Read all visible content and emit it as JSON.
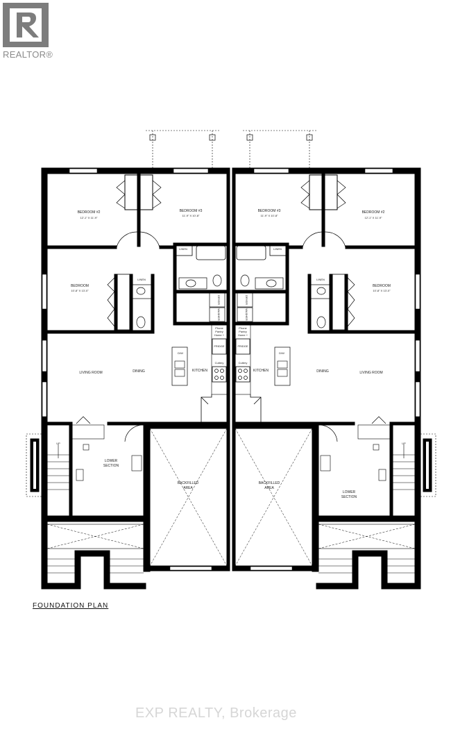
{
  "logo": {
    "text": "REALTOR®",
    "color": "#7d7d7d"
  },
  "plan": {
    "title": "FOUNDATION PLAN",
    "rooms": {
      "bedroom2": {
        "name": "BEDROOM #2",
        "size": "12'-1\" X 11'-9\""
      },
      "bedroom3": {
        "name": "BEDROOM #3",
        "size": "11'-9\" X 10'-8\""
      },
      "bedroom": {
        "name": "BEDROOM",
        "size": "10'-8\" X 13'-0\""
      },
      "linen": "LINEN",
      "living": "LIVING ROOM",
      "dining": "DINING",
      "kitchen": "KITCHEN",
      "fridge": "FRIDGE",
      "dw": "D/W",
      "cutlery": "Cutlery",
      "pantry": [
        "Phone",
        "Pantry",
        "Home +",
        "pare"
      ],
      "up": "UP",
      "lower": [
        "LOWER",
        "SECTION"
      ],
      "backfilled": [
        "BACKFILLED",
        "AREA"
      ],
      "dryer": "DRYER",
      "washer": "WASHER"
    }
  },
  "watermark": "EXP REALTY, Brokerage"
}
